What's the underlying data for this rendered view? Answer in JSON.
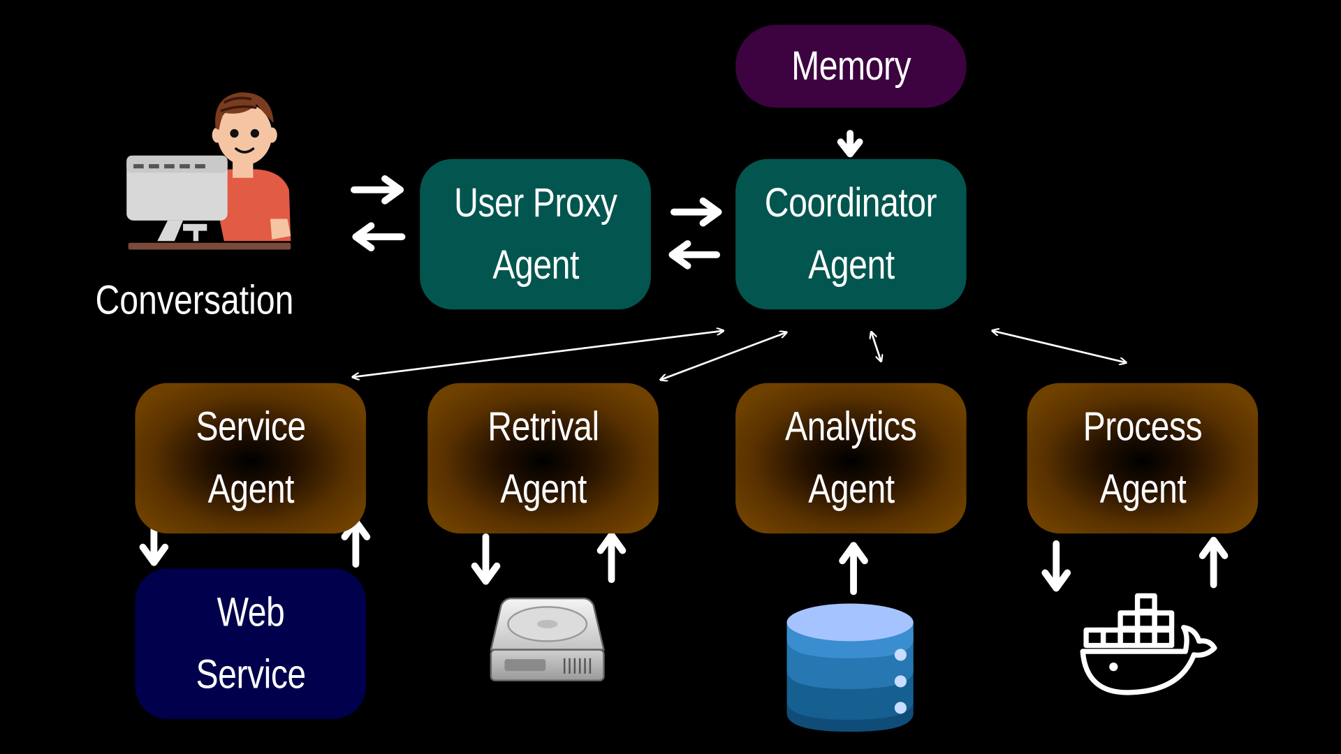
{
  "conversation": {
    "label": "Conversation"
  },
  "memory": {
    "label": "Memory"
  },
  "user_proxy": {
    "line1": "User Proxy",
    "line2": "Agent"
  },
  "coordinator": {
    "line1": "Coordinator",
    "line2": "Agent"
  },
  "service_agent": {
    "line1": "Service",
    "line2": "Agent"
  },
  "retrival_agent": {
    "line1": "Retrival",
    "line2": "Agent"
  },
  "analytics_agent": {
    "line1": "Analytics",
    "line2": "Agent"
  },
  "process_agent": {
    "line1": "Process",
    "line2": "Agent"
  },
  "web_service": {
    "line1": "Web",
    "line2": "Service"
  },
  "icons": {
    "conversation": "person-at-computer-icon",
    "retrival": "hard-drive-icon",
    "analytics": "database-icon",
    "process": "docker-whale-icon"
  },
  "colors": {
    "background": "#000000",
    "teal": "#03564f",
    "purple": "#3c0340",
    "navy": "#00004c",
    "brown": "#6f4100",
    "text": "#ffffff"
  }
}
